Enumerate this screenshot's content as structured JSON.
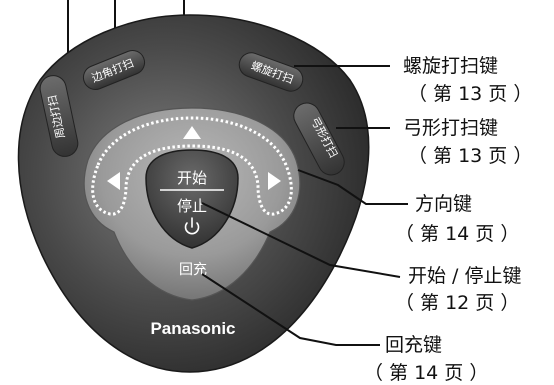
{
  "remote": {
    "brand": "Panasonic",
    "buttons": {
      "perimeter": "周边打扫",
      "corner": "边角打扫",
      "spiral": "螺旋打扫",
      "zigzag": "弓形打扫",
      "start": "开始",
      "stop": "停止",
      "charge": "回充"
    }
  },
  "callouts": {
    "spiral": {
      "name": "螺旋打扫键",
      "ref": "（ 第 13 页 ）"
    },
    "zigzag": {
      "name": "弓形打扫键",
      "ref": "（ 第 13 页 ）"
    },
    "direction": {
      "name": "方向键",
      "ref": "（ 第 14 页 ）"
    },
    "start_stop": {
      "name": "开始 / 停止键",
      "ref": "（ 第 12 页 ）"
    },
    "charge": {
      "name": "回充键",
      "ref": "（ 第 14 页 ）"
    }
  },
  "colors": {
    "body_dark": "#3a3a3a",
    "body_light": "#8a8a8a",
    "button_face": "#5a5a5a",
    "dotted_outline": "#ffffff",
    "callout_line": "#111111"
  }
}
